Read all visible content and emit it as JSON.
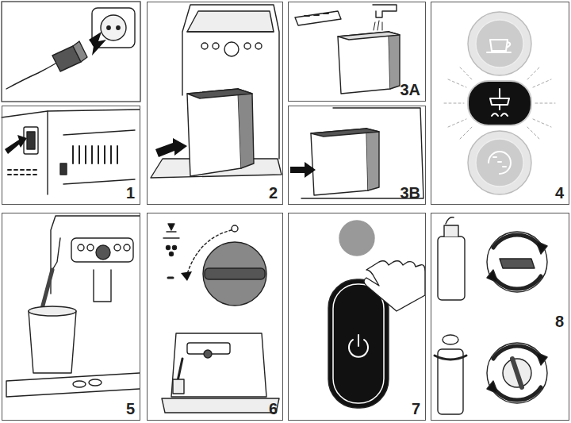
{
  "diagram": {
    "nodes": [
      {
        "text": [
          "1"
        ]
      },
      {
        "text": [
          "2"
        ]
      },
      {
        "text": [
          "3A"
        ]
      },
      {
        "text": [
          "3B"
        ]
      },
      {
        "text": [
          "4"
        ]
      },
      {
        "text": [
          "5"
        ]
      },
      {
        "text": [
          "6"
        ]
      },
      {
        "text": [
          "7"
        ]
      },
      {
        "text": [
          "8"
        ]
      }
    ]
  }
}
